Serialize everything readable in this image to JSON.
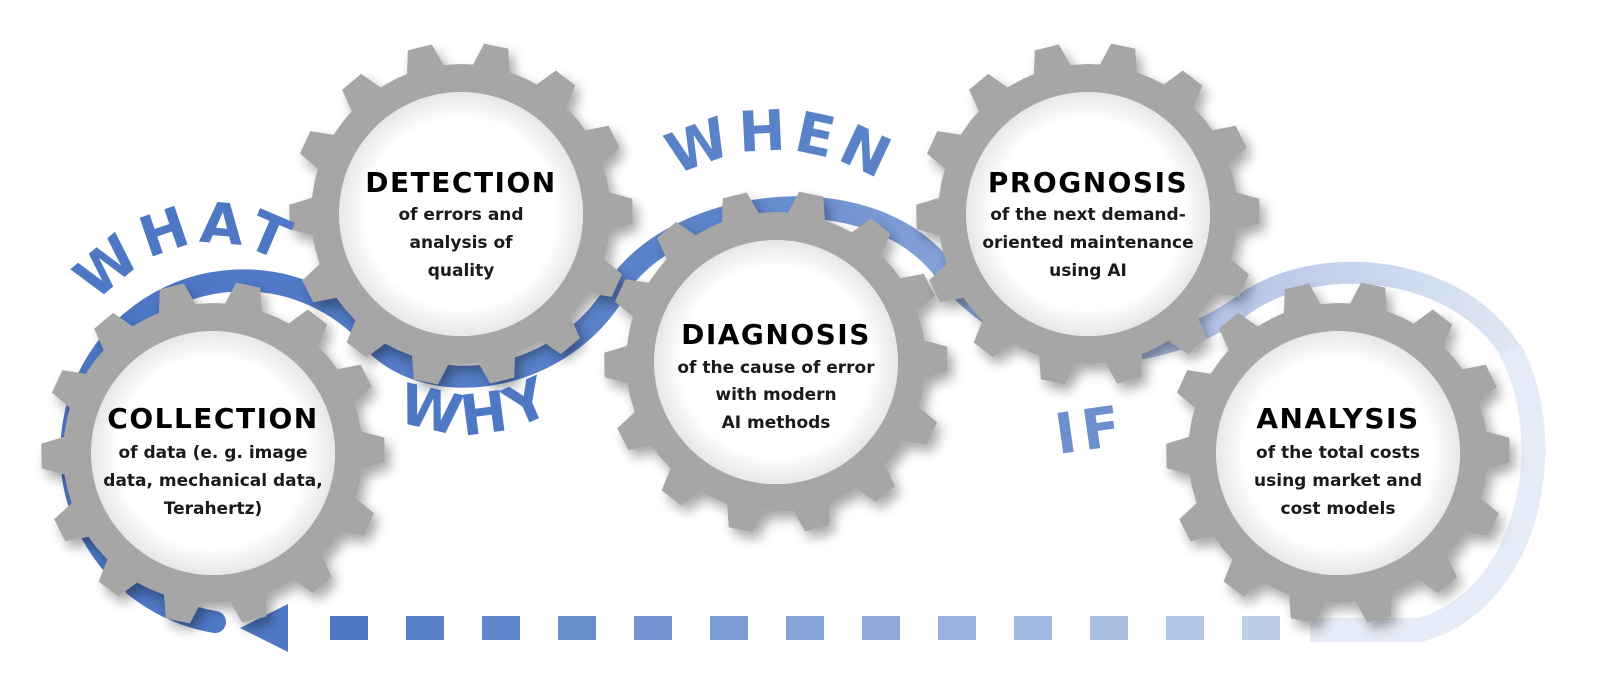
{
  "colors": {
    "gear": "#a6a6a6",
    "path_strong": "#4e78c4",
    "path_light": "#c9d6ee",
    "text": "#000000"
  },
  "gears": [
    {
      "key": "collection",
      "title": "COLLECTION",
      "lines": [
        "of data (e. g. image",
        "data, mechanical data,",
        "Terahertz)"
      ]
    },
    {
      "key": "detection",
      "title": "DETECTION",
      "lines": [
        "of errors and",
        "analysis of",
        "quality"
      ]
    },
    {
      "key": "diagnosis",
      "title": "DIAGNOSIS",
      "lines": [
        "of the cause of error",
        "with modern",
        "AI methods"
      ]
    },
    {
      "key": "prognosis",
      "title": "PROGNOSIS",
      "lines": [
        "of the next demand-",
        "oriented maintenance",
        "using AI"
      ]
    },
    {
      "key": "analysis",
      "title": "ANALYSIS",
      "lines": [
        "of the total costs",
        "using market and",
        "cost models"
      ]
    }
  ],
  "questions": {
    "what": "WHAT",
    "why": "WHY",
    "when": "WHEN",
    "if": "IF"
  },
  "icons": {
    "gear": "gear-icon",
    "return_arrow": "arrow-left-icon"
  }
}
